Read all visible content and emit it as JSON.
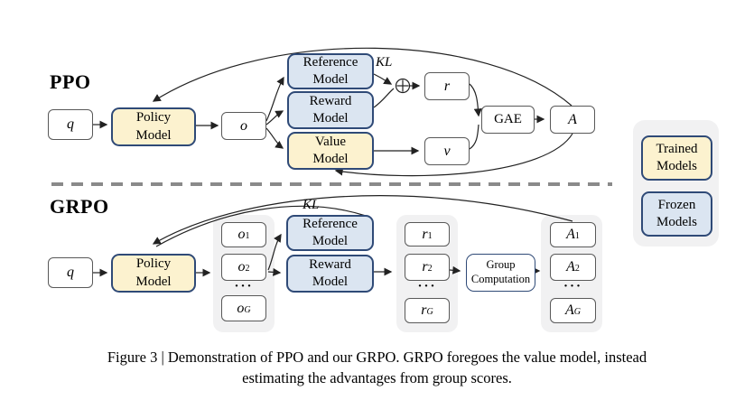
{
  "figure": {
    "caption_line1": "Figure 3 | Demonstration of PPO and our GRPO. GRPO foregoes the value model, instead",
    "caption_line2": "estimating the advantages from group scores."
  },
  "colors": {
    "trained_fill": "#FCF2CF",
    "frozen_fill": "#DBE5F1",
    "model_border": "#2F4A77",
    "plain_box_border": "#595959",
    "group_background": "#F1F1F2",
    "arrow": "#222222",
    "dashed_divider": "#8A8A8A"
  },
  "ppo": {
    "label": "PPO",
    "query": "q",
    "policy": "Policy Model",
    "output": "o",
    "reference": "Reference Model",
    "reward": "Reward Model",
    "value": "Value Model",
    "kl": "KL",
    "oplus_icon": "circled-plus",
    "r": "r",
    "v": "v",
    "gae": "GAE",
    "advantage": "A"
  },
  "grpo": {
    "label": "GRPO",
    "query": "q",
    "policy": "Policy Model",
    "kl": "KL",
    "reference": "Reference Model",
    "reward": "Reward Model",
    "group_computation": "Group Computation",
    "ellipsis": "···",
    "outputs": [
      {
        "base": "o",
        "sub": "1"
      },
      {
        "base": "o",
        "sub": "2"
      },
      {
        "base": "o",
        "sub": "G"
      }
    ],
    "rewards": [
      {
        "base": "r",
        "sub": "1"
      },
      {
        "base": "r",
        "sub": "2"
      },
      {
        "base": "r",
        "sub": "G"
      }
    ],
    "advantages": [
      {
        "base": "A",
        "sub": "1"
      },
      {
        "base": "A",
        "sub": "2"
      },
      {
        "base": "A",
        "sub": "G"
      }
    ]
  },
  "legend": {
    "trained": "Trained Models",
    "frozen": "Frozen Models"
  }
}
